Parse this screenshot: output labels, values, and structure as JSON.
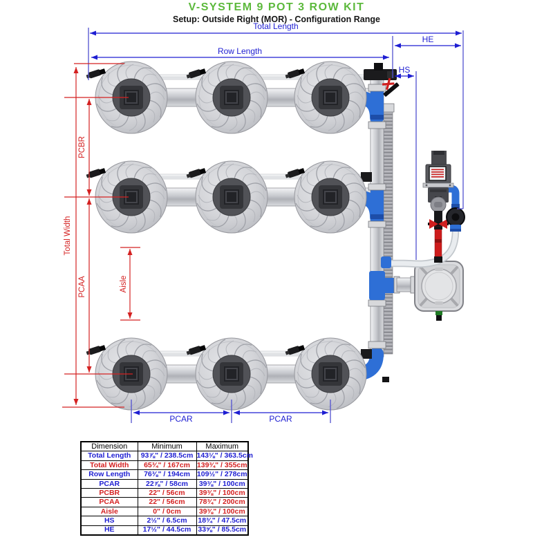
{
  "header": {
    "title": "V-SYSTEM 9 POT 3 ROW KIT",
    "subtitle": "Setup: Outside Right (MOR) - Configuration Range"
  },
  "diagram": {
    "labels": {
      "total_length": "Total Length",
      "he": "HE",
      "row_length": "Row Length",
      "hs": "HS",
      "pcbr": "PCBR",
      "total_width": "Total Width",
      "pcaa": "PCAA",
      "aisle": "Aisle",
      "pcar_left": "PCAR",
      "pcar_right": "PCAR"
    }
  },
  "colors": {
    "title_green": "#5cb93c",
    "dim_blue": "#1e1ed2",
    "dim_red": "#d42121",
    "ext_blue": "#5050d0",
    "pipe_blue": "#2e6fd6"
  },
  "table": {
    "headers": [
      "Dimension",
      "Minimum",
      "Maximum"
    ],
    "rows": [
      {
        "dim": "Total Length",
        "min": "93⅞\" / 238.5cm",
        "max": "143⅛\" / 363.5cm",
        "color": "blue"
      },
      {
        "dim": "Total Width",
        "min": "65¾\" / 167cm",
        "max": "139¾\" / 355cm",
        "color": "red"
      },
      {
        "dim": "Row Length",
        "min": "76⅜\" / 194cm",
        "max": "109½\" / 278cm",
        "color": "blue"
      },
      {
        "dim": "PCAR",
        "min": "22⅞\" / 58cm",
        "max": "39⅜\" / 100cm",
        "color": "blue"
      },
      {
        "dim": "PCBR",
        "min": "22\" / 56cm",
        "max": "39⅜\" / 100cm",
        "color": "red"
      },
      {
        "dim": "PCAA",
        "min": "22\" / 56cm",
        "max": "78¾\" / 200cm",
        "color": "red"
      },
      {
        "dim": "Aisle",
        "min": "0\" / 0cm",
        "max": "39⅜\" / 100cm",
        "color": "red"
      },
      {
        "dim": "HS",
        "min": "2½\" / 6.5cm",
        "max": "18¾\" / 47.5cm",
        "color": "blue"
      },
      {
        "dim": "HE",
        "min": "17½\" / 44.5cm",
        "max": "33⅝\" / 85.5cm",
        "color": "blue"
      }
    ]
  }
}
